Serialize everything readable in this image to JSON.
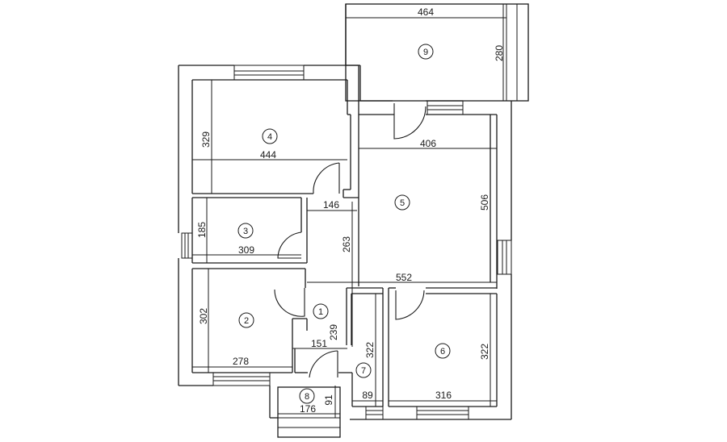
{
  "plan": {
    "colors": {
      "line": "#1a1a1a",
      "background": "#ffffff"
    },
    "rooms": [
      {
        "id": "1",
        "label": "1",
        "dims": [
          "239",
          "151"
        ]
      },
      {
        "id": "2",
        "label": "2",
        "dims": [
          "302",
          "278"
        ]
      },
      {
        "id": "3",
        "label": "3",
        "dims": [
          "185",
          "309"
        ]
      },
      {
        "id": "4",
        "label": "4",
        "dims": [
          "329",
          "444"
        ]
      },
      {
        "id": "5",
        "label": "5",
        "dims": [
          "406",
          "506",
          "552",
          "146",
          "263"
        ]
      },
      {
        "id": "6",
        "label": "6",
        "dims": [
          "322",
          "316"
        ]
      },
      {
        "id": "7",
        "label": "7",
        "dims": [
          "322",
          "89"
        ]
      },
      {
        "id": "8",
        "label": "8",
        "dims": [
          "176",
          "91"
        ]
      },
      {
        "id": "9",
        "label": "9",
        "dims": [
          "464",
          "280"
        ]
      }
    ],
    "dimensions": {
      "r9_width": "464",
      "r9_height": "280",
      "r4_height": "329",
      "r4_width": "444",
      "r5_top": "406",
      "r5_height": "506",
      "r5_bottom": "552",
      "corridor_width": "146",
      "corridor_height": "263",
      "r3_height": "185",
      "r3_width": "309",
      "r2_height": "302",
      "r2_width": "278",
      "r1_height": "239",
      "r1_width": "151",
      "r7_height": "322",
      "r7_width": "89",
      "r6_height": "322",
      "r6_width": "316",
      "r8_width": "176",
      "r8_height": "91"
    }
  }
}
